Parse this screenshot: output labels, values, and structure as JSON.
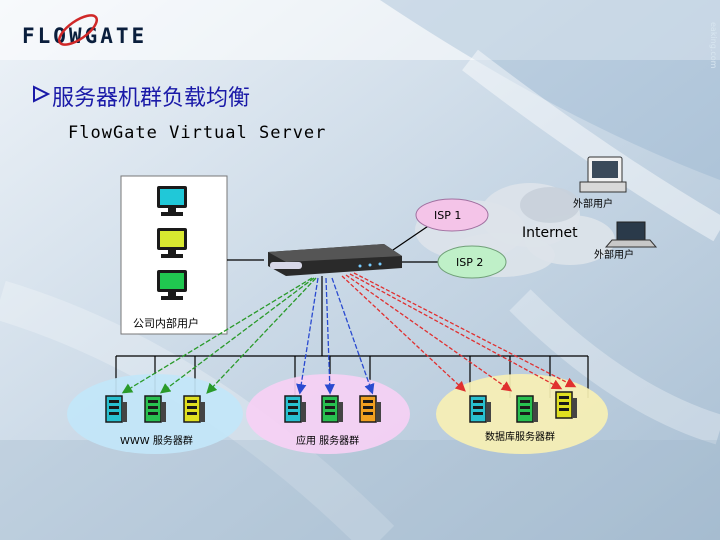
{
  "logo_text": "FLOWGATE",
  "title": "服务器机群负载均衡",
  "subtitle": "FlowGate Virtual Server",
  "side_text": "eaking.com",
  "diagram": {
    "internal_users": "公司内部用户",
    "isp1": "ISP 1",
    "isp2": "ISP 2",
    "internet": "Internet",
    "external_user_1": "外部用户",
    "external_user_2": "外部用户",
    "group_www": "WWW 服务器群",
    "group_app": "应用 服务器群",
    "group_db": "数据库服务器群"
  },
  "colors": {
    "title": "#1a1aa8",
    "ellipse_www": "#c2e6f8",
    "ellipse_app": "#f6d0f4",
    "ellipse_db": "#f7f0b4",
    "arrow_green": "#2a9a2a",
    "arrow_blue": "#2a4ad0",
    "arrow_red": "#e03030"
  }
}
